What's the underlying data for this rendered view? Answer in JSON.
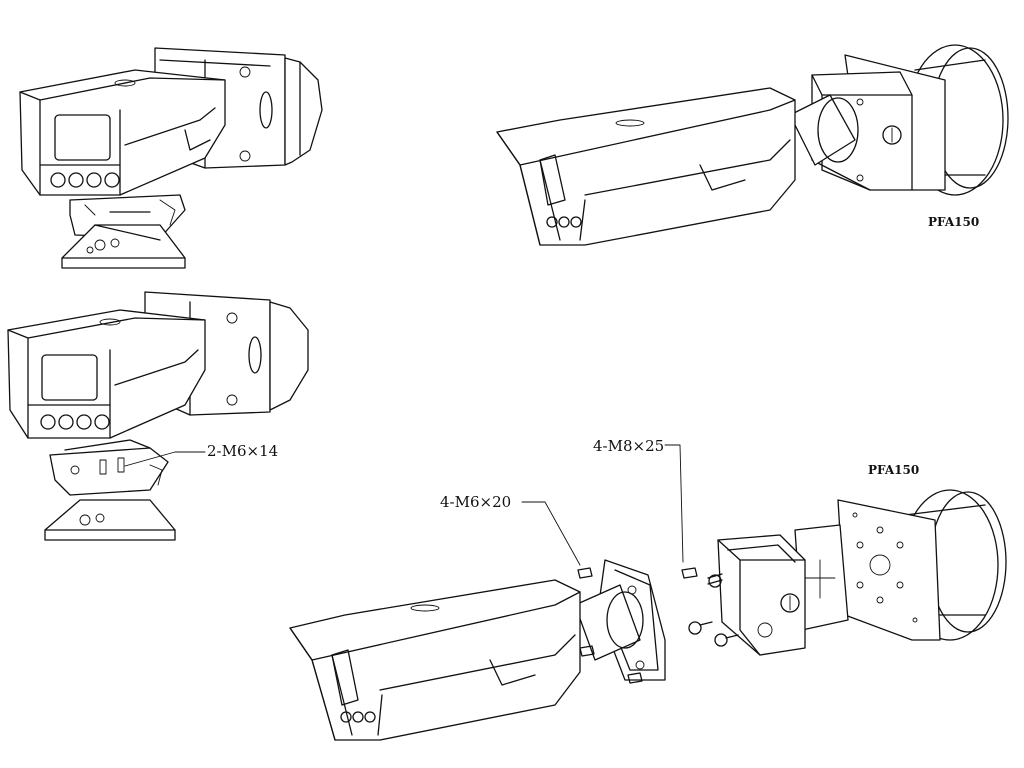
{
  "labels": {
    "model_top": "PFA150",
    "model_bottom": "PFA150",
    "screw_m6x14": "2-M6×14",
    "screw_m8x25": "4-M8×25",
    "screw_m6x20": "4-M6×20"
  }
}
